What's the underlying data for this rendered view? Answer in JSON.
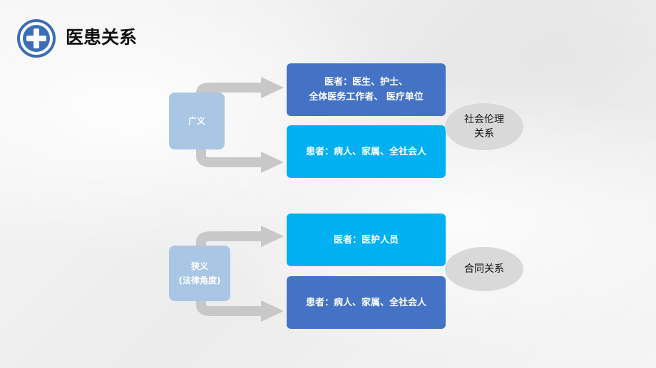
{
  "header": {
    "title": "医患关系"
  },
  "icon": {
    "name": "medical-cross-icon",
    "color": "#3d6db5"
  },
  "groups": [
    {
      "category_lines": [
        "广义"
      ],
      "boxes": [
        {
          "lines": [
            "医者：医生、护士、",
            "全体医务工作者、 医疗单位"
          ],
          "color": "#4472c4"
        },
        {
          "lines": [
            "患者：病人、家属、全社会人"
          ],
          "color": "#00b0f0"
        }
      ],
      "relation_lines": [
        "社会伦理",
        "关系"
      ]
    },
    {
      "category_lines": [
        "狭义",
        "(法律角度)"
      ],
      "boxes": [
        {
          "lines": [
            "医者：医护人员"
          ],
          "color": "#00b0f0"
        },
        {
          "lines": [
            "患者：病人、家属、全社会人"
          ],
          "color": "#4472c4"
        }
      ],
      "relation_lines": [
        "合同关系"
      ]
    }
  ],
  "colors": {
    "category_fill": "#a9c6e4",
    "arrow": "#c8c8c8",
    "relation_fill": "#d9d9d9"
  }
}
